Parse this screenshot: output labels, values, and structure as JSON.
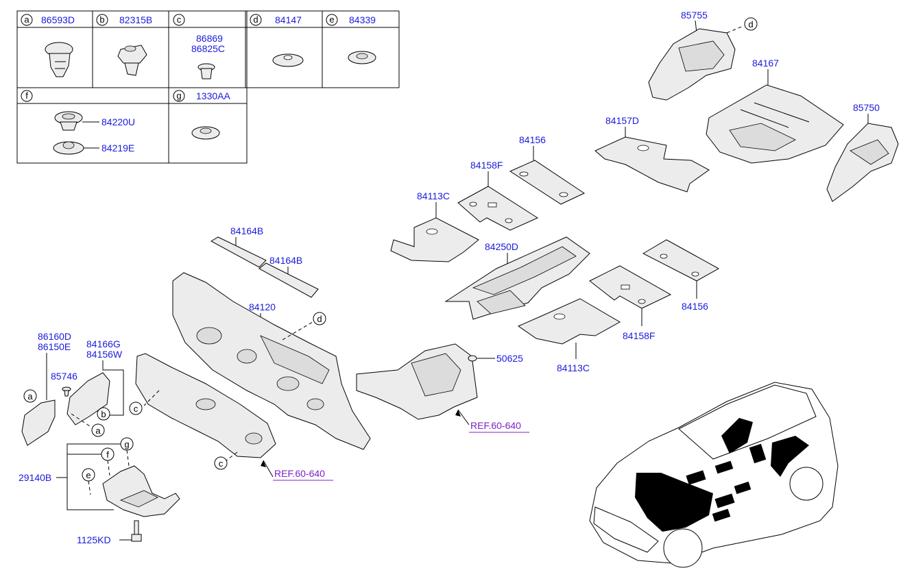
{
  "legend": {
    "a": {
      "letter": "a",
      "parts": [
        "86593D"
      ]
    },
    "b": {
      "letter": "b",
      "parts": [
        "82315B"
      ]
    },
    "c": {
      "letter": "c",
      "parts": [
        "86869",
        "86825C"
      ]
    },
    "d": {
      "letter": "d",
      "parts": [
        "84147"
      ]
    },
    "e": {
      "letter": "e",
      "parts": [
        "84339"
      ]
    },
    "f": {
      "letter": "f",
      "parts": [
        "84220U",
        "84219E"
      ]
    },
    "g": {
      "letter": "g",
      "parts": [
        "1330AA"
      ]
    }
  },
  "labels": {
    "p85755": "85755",
    "p84167": "84167",
    "p85750": "85750",
    "p84157D": "84157D",
    "p84156_top": "84156",
    "p84158F_top": "84158F",
    "p84113C_top": "84113C",
    "p84250D": "84250D",
    "p84164B_a": "84164B",
    "p84164B_b": "84164B",
    "p84120": "84120",
    "p84156_right": "84156",
    "p84158F_bottom": "84158F",
    "p84113C_bottom": "84113C",
    "p50625": "50625",
    "p86160D": "86160D",
    "p86150E": "86150E",
    "p84166G": "84166G",
    "p84156W": "84156W",
    "p85746": "85746",
    "p29140B": "29140B",
    "p1125KD": "1125KD"
  },
  "refs": {
    "ref_right": "REF.60-640",
    "ref_left": "REF.60-640"
  },
  "callouts": {
    "d_85755": "d",
    "d_84120": "d",
    "c_upper": "c",
    "c_lower": "c",
    "a_left": "a",
    "a_lower": "a",
    "b_left": "b",
    "f_left": "f",
    "g_left": "g",
    "e_left": "e"
  }
}
